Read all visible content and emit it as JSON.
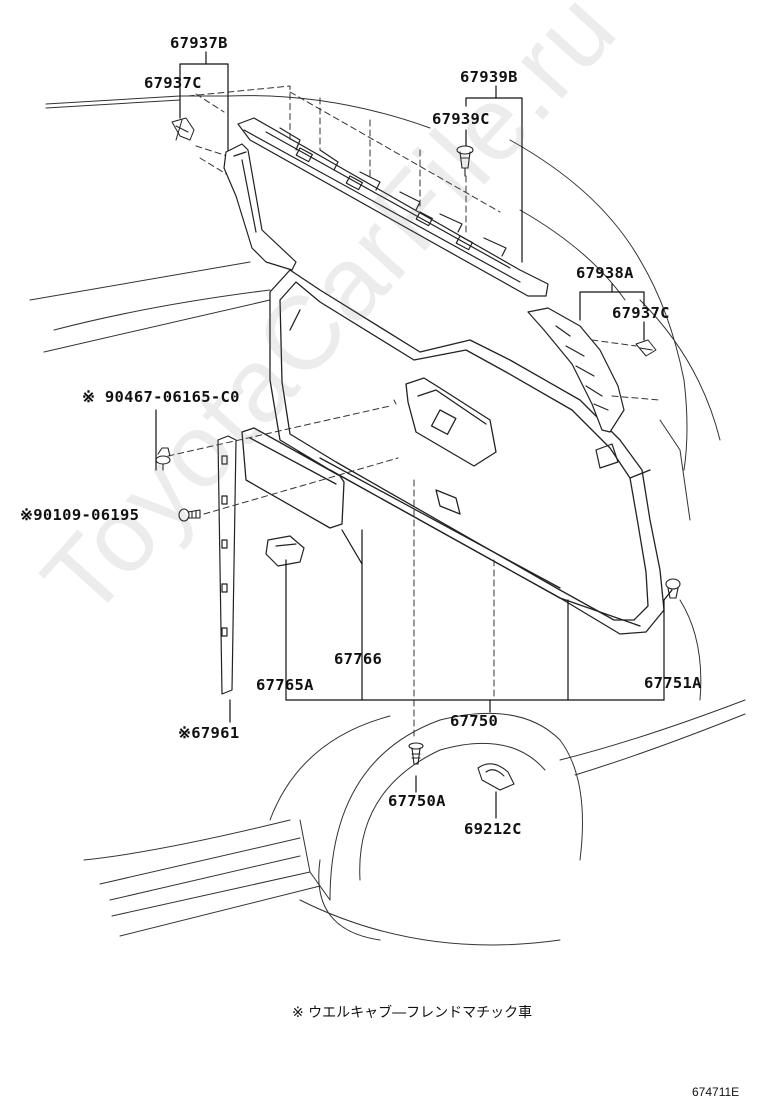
{
  "watermark": "ToyotaCarFile.ru",
  "parts": {
    "p67937B": "67937B",
    "p67937C_left": "67937C",
    "p67939B": "67939B",
    "p67939C": "67939C",
    "p67938A": "67938A",
    "p67937C_right": "67937C",
    "p90467": "※ 90467-06165-C0",
    "p90109": "※90109-06195",
    "p67766": "67766",
    "p67765A": "67765A",
    "p67751A": "67751A",
    "p67750": "67750",
    "p67961": "※67961",
    "p67750A": "67750A",
    "p69212C": "69212C"
  },
  "footnote": "※ ウエルキャブ―フレンドマチック車",
  "diagram_code": "674711E"
}
